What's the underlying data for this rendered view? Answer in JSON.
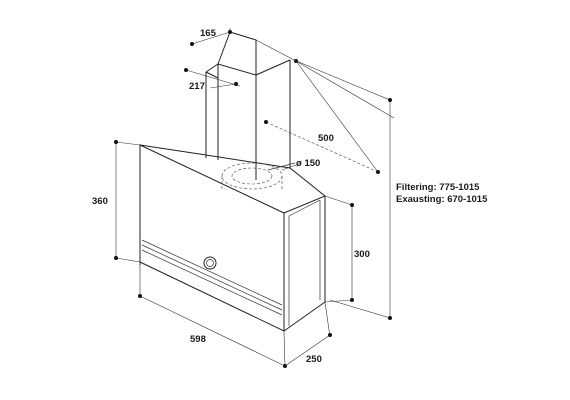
{
  "dimensions": {
    "duct_depth": "165",
    "duct_width": "217",
    "wall_depth": "500",
    "outlet_diameter": "ø 150",
    "front_height": "360",
    "body_height": "300",
    "front_width": "598",
    "body_depth": "250"
  },
  "heights": {
    "filtering": "Filtering: 775-1015",
    "exhausting": "Exausting: 670-1015"
  }
}
